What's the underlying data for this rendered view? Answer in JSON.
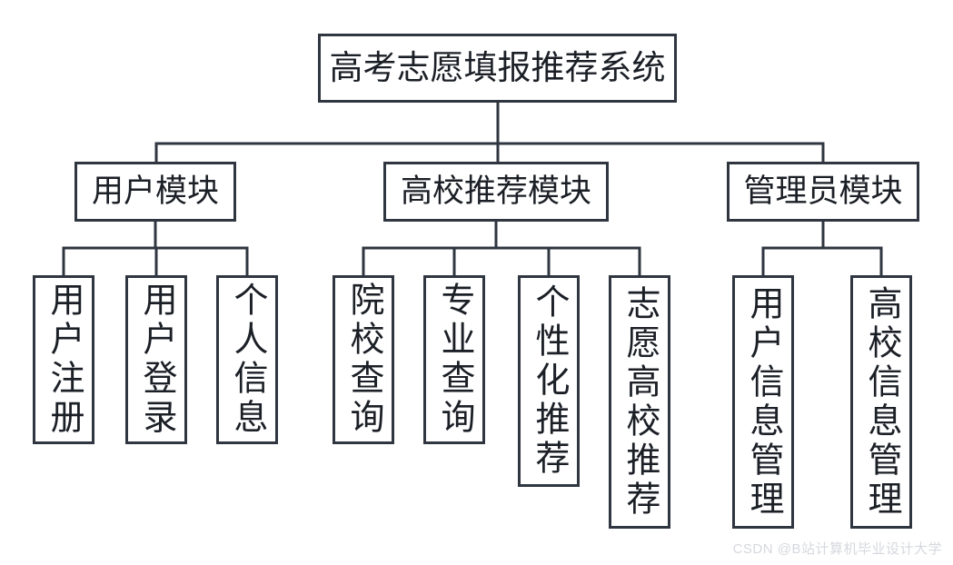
{
  "diagram": {
    "type": "hierarchy-tree",
    "title": "高考志愿填报推荐系统",
    "line_color": "#2f3640",
    "text_color": "#1b1f26",
    "background_color": "#ffffff",
    "root": {
      "label": "高考志愿填报推荐系统"
    },
    "modules": [
      {
        "label": "用户模块",
        "children": [
          {
            "label": "用户注册"
          },
          {
            "label": "用户登录"
          },
          {
            "label": "个人信息"
          }
        ]
      },
      {
        "label": "高校推荐模块",
        "children": [
          {
            "label": "院校查询"
          },
          {
            "label": "专业查询"
          },
          {
            "label": "个性化推荐"
          },
          {
            "label": "志愿高校推荐"
          }
        ]
      },
      {
        "label": "管理员模块",
        "children": [
          {
            "label": "用户信息管理"
          },
          {
            "label": "高校信息管理"
          }
        ]
      }
    ]
  },
  "watermark": {
    "text": "CSDN @B站计算机毕业设计大学",
    "color": "#d5d8dd"
  }
}
